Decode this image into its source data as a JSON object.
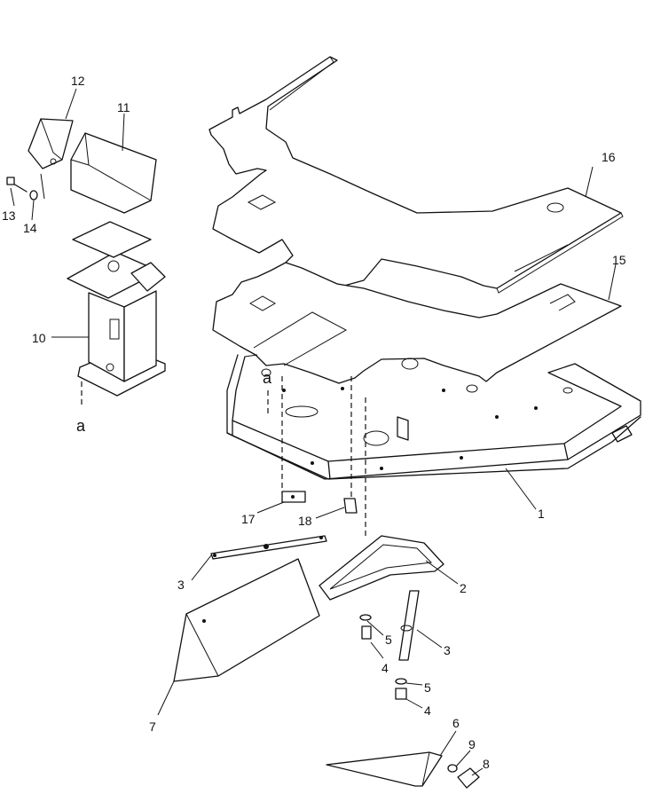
{
  "diagram": {
    "callouts": {
      "c1": "1",
      "c2": "2",
      "c3a": "3",
      "c3b": "3",
      "c4a": "4",
      "c4b": "4",
      "c5a": "5",
      "c5b": "5",
      "c6": "6",
      "c7": "7",
      "c8": "8",
      "c9": "9",
      "c10": "10",
      "c11": "11",
      "c12": "12",
      "c13": "13",
      "c14": "14",
      "c15": "15",
      "c16": "16",
      "c17": "17",
      "c18": "18"
    },
    "marks": {
      "a_left": "a",
      "a_top": "a"
    }
  }
}
